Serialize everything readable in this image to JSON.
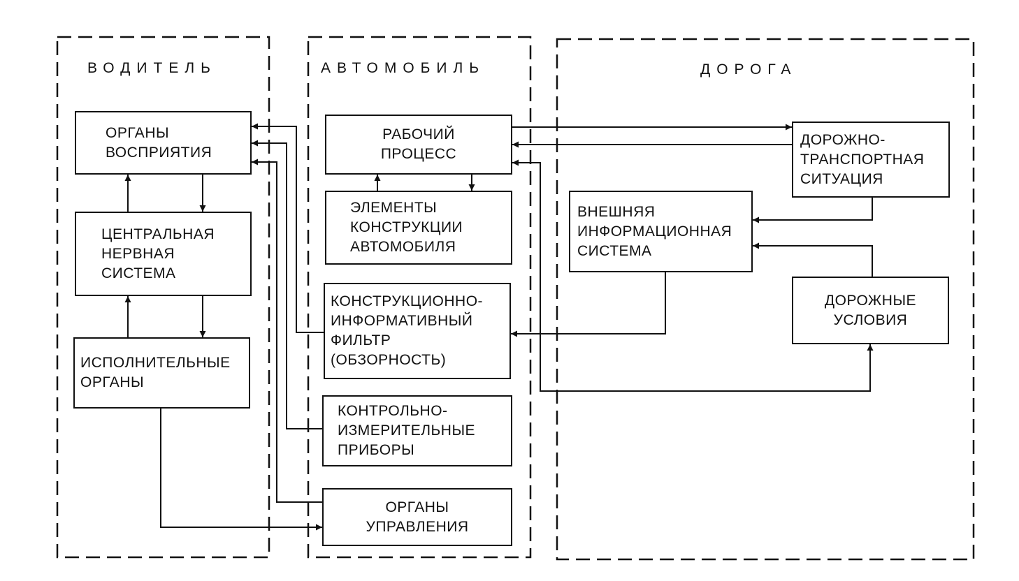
{
  "regions": {
    "driver": "ВОДИТЕЛЬ",
    "car": "АВТОМОБИЛЬ",
    "road": "ДОРОГА"
  },
  "blocks": {
    "perception": "ОРГАНЫ\nВОСПРИЯТИЯ",
    "cns": "ЦЕНТРАЛЬНАЯ\nНЕРВНАЯ\nСИСТЕМА",
    "executive": "ИСПОЛНИТЕЛЬНЫЕ\nОРГАНЫ",
    "work_process": "РАБОЧИЙ\nПРОЦЕСС",
    "design_elements": "ЭЛЕМЕНТЫ\nКОНСТРУКЦИИ\nАВТОМОБИЛЯ",
    "info_filter": "КОНСТРУКЦИОННО-\nИНФОРМАТИВНЫЙ\nФИЛЬТР\n(ОБЗОРНОСТЬ)",
    "instruments": "КОНТРОЛЬНО-\nИЗМЕРИТЕЛЬНЫЕ\nПРИБОРЫ",
    "controls": "ОРГАНЫ\nУПРАВЛЕНИЯ",
    "traffic_situation": "ДОРОЖНО-\nТРАНСПОРТНАЯ\nСИТУАЦИЯ",
    "external_info": "ВНЕШНЯЯ\nИНФОРМАЦИОННАЯ\nСИСТЕМА",
    "road_conditions": "ДОРОЖНЫЕ\nУСЛОВИЯ"
  }
}
